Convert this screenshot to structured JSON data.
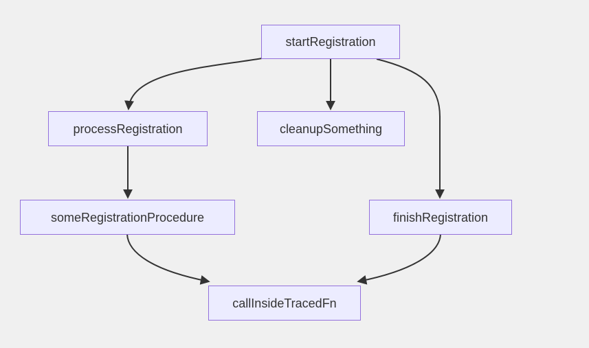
{
  "diagram": {
    "type": "flowchart",
    "direction": "top-down",
    "background_color": "#f0f0f0",
    "node_fill_color": "#ECECFF",
    "node_border_color": "#9370DB",
    "edge_color": "#333333",
    "text_color": "#333333",
    "nodes": [
      {
        "id": "startRegistration",
        "label": "startRegistration"
      },
      {
        "id": "processRegistration",
        "label": "processRegistration"
      },
      {
        "id": "cleanupSomething",
        "label": "cleanupSomething"
      },
      {
        "id": "someRegistrationProcedure",
        "label": "someRegistrationProcedure"
      },
      {
        "id": "finishRegistration",
        "label": "finishRegistration"
      },
      {
        "id": "callInsideTracedFn",
        "label": "callInsideTracedFn"
      }
    ],
    "edges": [
      {
        "from": "startRegistration",
        "to": "processRegistration"
      },
      {
        "from": "startRegistration",
        "to": "cleanupSomething"
      },
      {
        "from": "startRegistration",
        "to": "finishRegistration"
      },
      {
        "from": "processRegistration",
        "to": "someRegistrationProcedure"
      },
      {
        "from": "someRegistrationProcedure",
        "to": "callInsideTracedFn"
      },
      {
        "from": "finishRegistration",
        "to": "callInsideTracedFn"
      }
    ]
  }
}
